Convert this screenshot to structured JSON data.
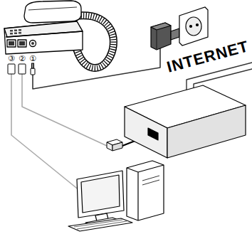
{
  "diagram": {
    "labels": [
      "③",
      "②",
      "①",
      "INTERNET"
    ]
  }
}
